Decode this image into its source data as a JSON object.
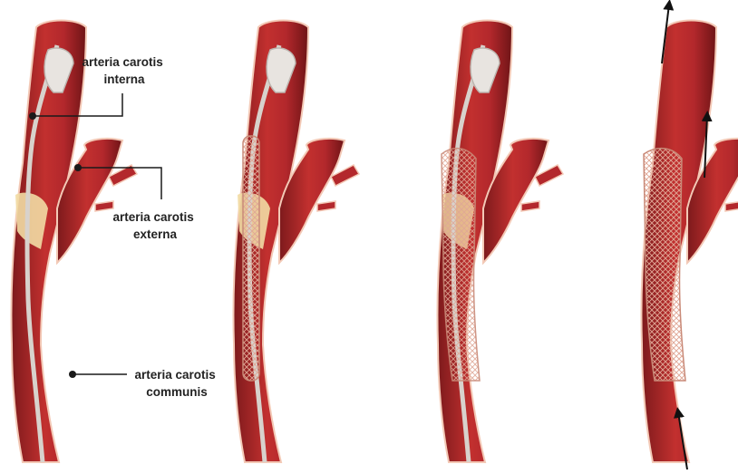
{
  "labels": {
    "interna": [
      "arteria carotis",
      "interna"
    ],
    "externa": [
      "arteria carotis",
      "externa"
    ],
    "communis": [
      "arteria carotis",
      "communis"
    ]
  },
  "colors": {
    "vessel_dark": "#7d1a1c",
    "vessel_mid": "#b3282c",
    "vessel_light": "#d9474a",
    "vessel_outline": "#f3c9b6",
    "plaque": "#f2dca4",
    "wire": "#d8d2cc",
    "stent": "#c98a78",
    "leader": "#1a1a1a"
  },
  "panels": [
    {
      "step": 1,
      "filter": true,
      "wire": true,
      "plaque": true,
      "stent": "none",
      "arrows": false
    },
    {
      "step": 2,
      "filter": true,
      "wire": true,
      "plaque": true,
      "stent": "collapsed",
      "arrows": false
    },
    {
      "step": 3,
      "filter": true,
      "wire": true,
      "plaque": true,
      "stent": "expanded",
      "arrows": false
    },
    {
      "step": 4,
      "filter": false,
      "wire": false,
      "plaque": false,
      "stent": "deployed",
      "arrows": true
    }
  ]
}
